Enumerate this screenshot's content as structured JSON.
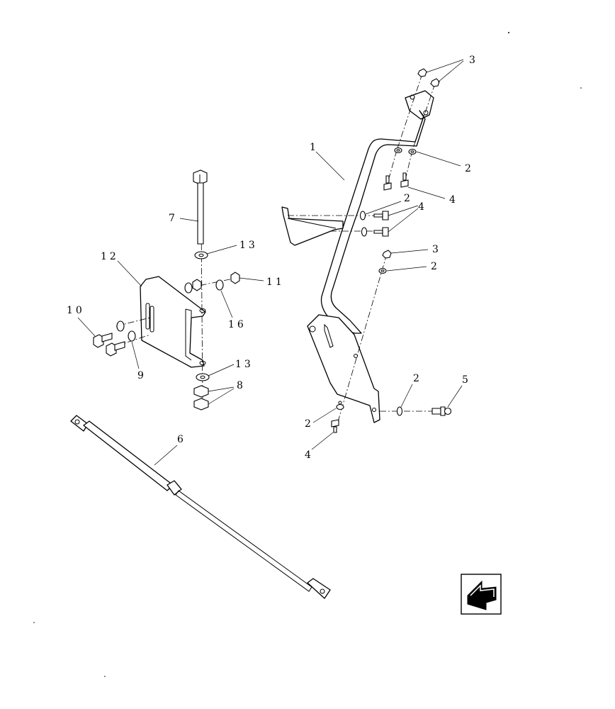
{
  "diagram": {
    "callouts": [
      {
        "id": "c1",
        "text": "1"
      },
      {
        "id": "c2a",
        "text": "2"
      },
      {
        "id": "c2b",
        "text": "2"
      },
      {
        "id": "c2c",
        "text": "2"
      },
      {
        "id": "c2d",
        "text": "2"
      },
      {
        "id": "c2e",
        "text": "2"
      },
      {
        "id": "c3a",
        "text": "3"
      },
      {
        "id": "c3b",
        "text": "3"
      },
      {
        "id": "c4a",
        "text": "4"
      },
      {
        "id": "c4b",
        "text": "4"
      },
      {
        "id": "c4c",
        "text": "4"
      },
      {
        "id": "c5",
        "text": "5"
      },
      {
        "id": "c6",
        "text": "6"
      },
      {
        "id": "c7",
        "text": "7"
      },
      {
        "id": "c8",
        "text": "8"
      },
      {
        "id": "c9",
        "text": "9"
      },
      {
        "id": "c10",
        "text": "10"
      },
      {
        "id": "c11",
        "text": "11"
      },
      {
        "id": "c12",
        "text": "12"
      },
      {
        "id": "c13a",
        "text": "13"
      },
      {
        "id": "c13b",
        "text": "13"
      },
      {
        "id": "c16",
        "text": "16"
      }
    ],
    "nav_icon": "previous-page-arrow-icon"
  }
}
